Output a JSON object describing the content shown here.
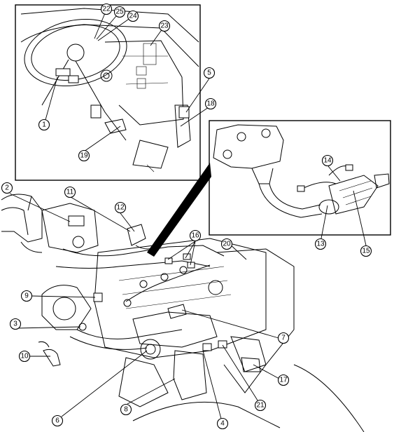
{
  "figure": {
    "callouts": [
      {
        "id": "c1",
        "label": "1"
      },
      {
        "id": "c2",
        "label": "2"
      },
      {
        "id": "c3",
        "label": "3"
      },
      {
        "id": "c4",
        "label": "4"
      },
      {
        "id": "c5",
        "label": "5"
      },
      {
        "id": "c6",
        "label": "6"
      },
      {
        "id": "c7",
        "label": "7"
      },
      {
        "id": "c8",
        "label": "8"
      },
      {
        "id": "c9",
        "label": "9"
      },
      {
        "id": "c10",
        "label": "10"
      },
      {
        "id": "c11",
        "label": "11"
      },
      {
        "id": "c12",
        "label": "12"
      },
      {
        "id": "c13",
        "label": "13"
      },
      {
        "id": "c14",
        "label": "14"
      },
      {
        "id": "c15",
        "label": "15"
      },
      {
        "id": "c16",
        "label": "16"
      },
      {
        "id": "c17",
        "label": "17"
      },
      {
        "id": "c18",
        "label": "18"
      },
      {
        "id": "c19",
        "label": "19"
      },
      {
        "id": "c20",
        "label": "20"
      },
      {
        "id": "c21",
        "label": "21"
      },
      {
        "id": "c22",
        "label": "22"
      },
      {
        "id": "c23",
        "label": "23"
      },
      {
        "id": "c24",
        "label": "24"
      },
      {
        "id": "c25",
        "label": "25"
      }
    ]
  }
}
